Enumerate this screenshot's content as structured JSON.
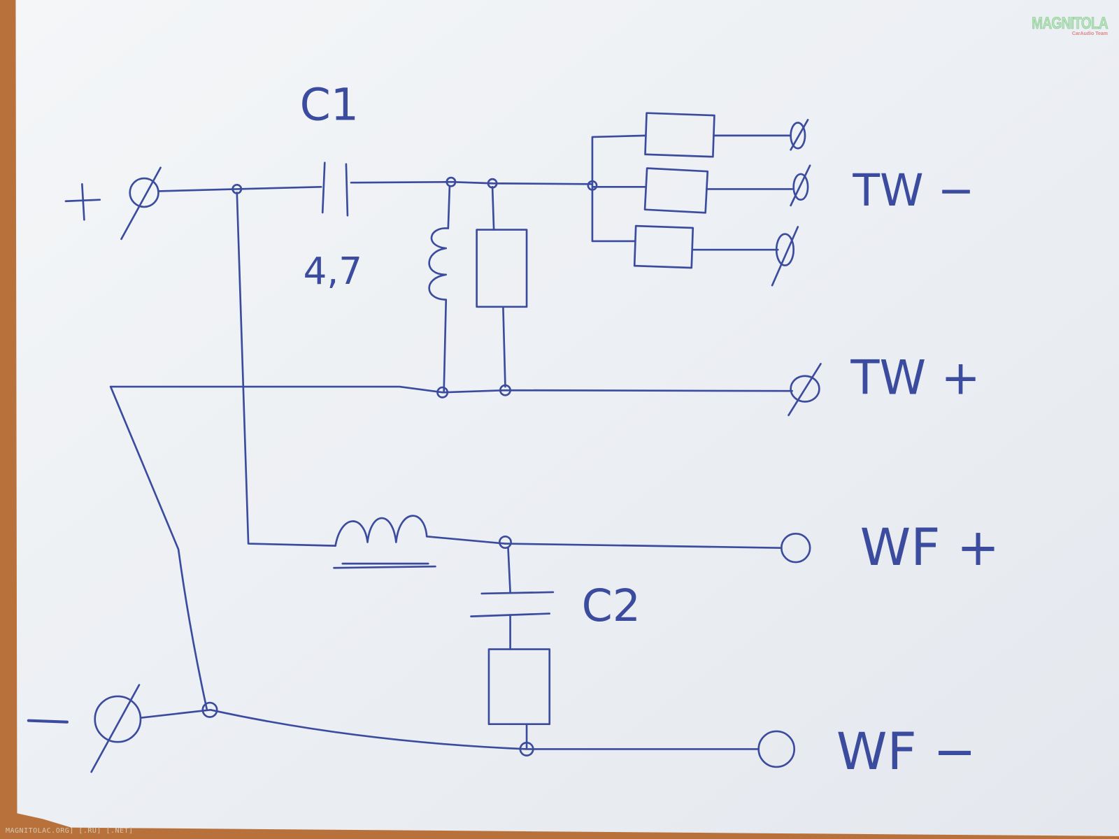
{
  "diagram": {
    "labels": {
      "c1": "C1",
      "c1_value": "4,7",
      "c2": "C2",
      "plus": "+",
      "minus": "−",
      "tw_minus": "TW −",
      "tw_plus": "TW +",
      "wf_plus": "WF +",
      "wf_minus": "WF −"
    },
    "ink_color": "#3b4c9e"
  },
  "watermark": "MAGNITOLAC.ORG] [.RU] [.NET]",
  "logo": {
    "main": "MAGNITOLA",
    "sub": "CarAudio Team"
  }
}
